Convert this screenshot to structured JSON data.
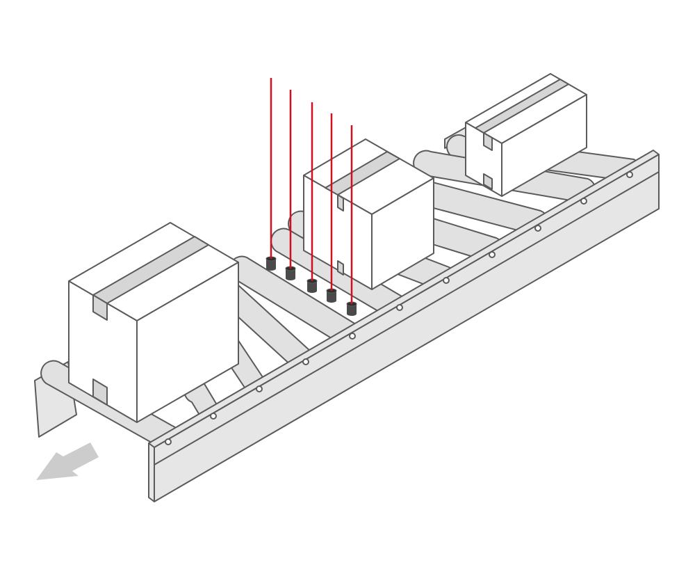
{
  "colors": {
    "line": "#5a5a5a",
    "frame": "#e6e6e6",
    "roller": "#e1e1e1",
    "box": "#ffffff",
    "tape": "#d6d6d6",
    "beam": "#d0101f",
    "sensor": "#4a4a4a",
    "arrow": "#cccccc"
  },
  "icons": [
    "conveyor-belt",
    "cardboard-box",
    "sensor-array",
    "laser-beam",
    "direction-arrow"
  ],
  "sensor_count": 5,
  "box_count": 3
}
